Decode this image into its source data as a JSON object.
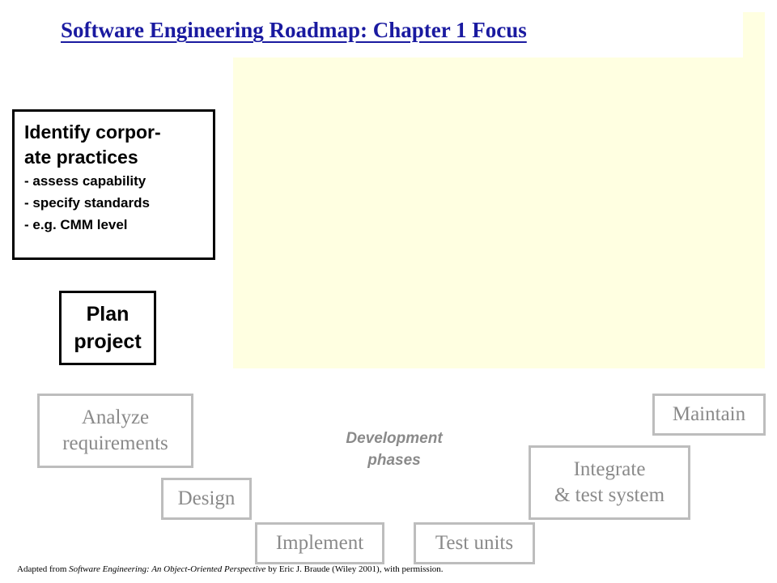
{
  "slide": {
    "title": "Software Engineering Roadmap: Chapter 1 Focus",
    "corporate_box": {
      "heading_line1": "Identify corpor-",
      "heading_line2": "ate practices",
      "bullets": [
        "- assess capability",
        "- specify standards",
        "- e.g. CMM level"
      ]
    },
    "plan_box": {
      "line1": "Plan",
      "line2": "project"
    },
    "phases": {
      "analyze": [
        "Analyze",
        "requirements"
      ],
      "design": "Design",
      "implement": "Implement",
      "test_units": "Test units",
      "integrate": [
        "Integrate",
        "& test system"
      ],
      "maintain": "Maintain"
    },
    "phases_label": [
      "Development",
      "phases"
    ],
    "credit": {
      "prefix": "Adapted from ",
      "book_title": "Software Engineering: An Object-Oriented Perspective",
      "suffix": " by Eric J. Braude (Wiley 2001), with permission."
    }
  },
  "colors": {
    "focus_background": "#ffffe1",
    "title": "#1a1aa0",
    "phase_border": "#bdbdbd",
    "phase_text": "#8a8a8a"
  }
}
